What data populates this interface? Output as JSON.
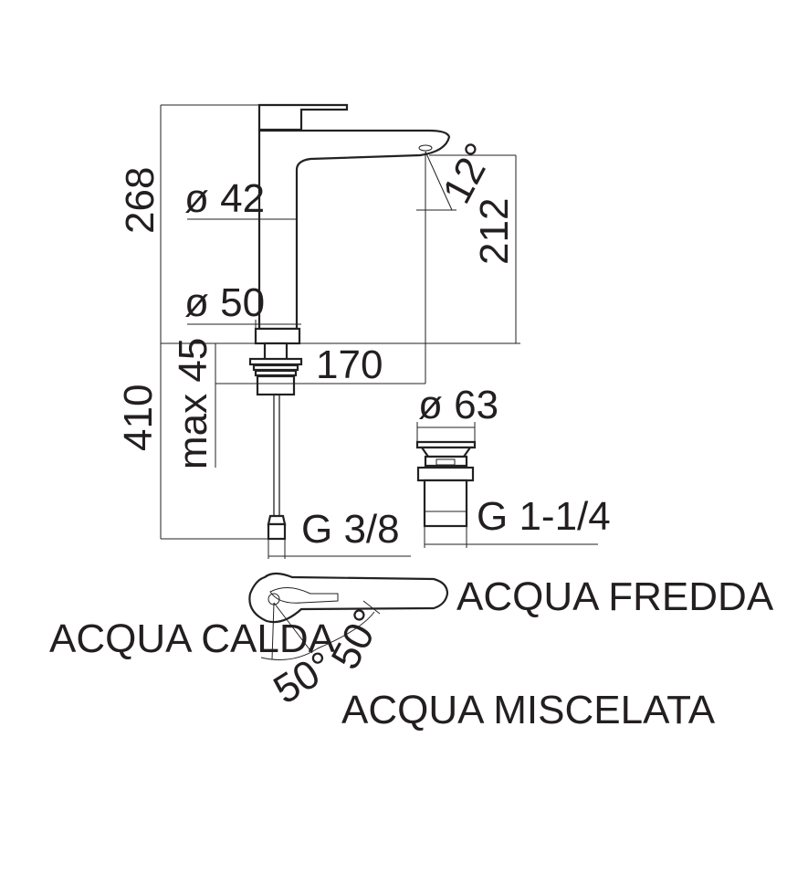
{
  "dimensions": {
    "height_total": "268",
    "spout_diameter": "ø 42",
    "base_diameter": "ø 50",
    "spout_height": "212",
    "spout_angle": "12°",
    "reach": "170",
    "max_deck": "max 45",
    "flex_length": "410",
    "connection": "G 3/8",
    "waste_diameter": "ø 63",
    "waste_thread": "G 1-1/4",
    "lever_angle_left": "50°",
    "lever_angle_right": "50°"
  },
  "labels": {
    "cold": "ACQUA FREDDA",
    "hot": "ACQUA CALDA",
    "mixed": "ACQUA MISCELATA"
  },
  "colors": {
    "line": "#222222",
    "text": "#231f20",
    "background": "#ffffff"
  }
}
